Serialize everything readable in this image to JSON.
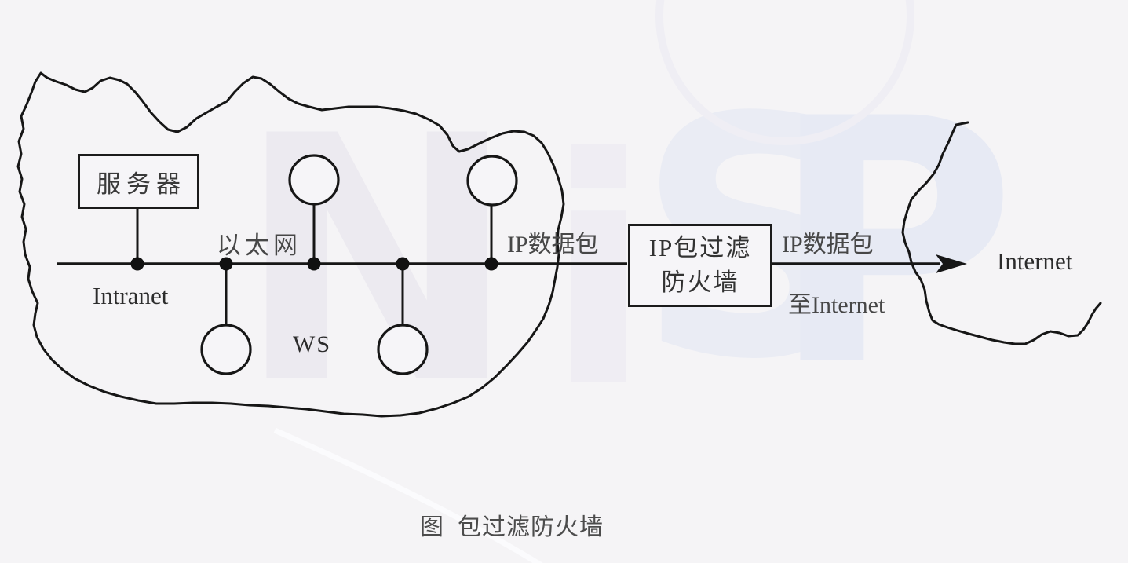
{
  "colors": {
    "background": "#f5f4f6",
    "ink": "#161616",
    "text_dark": "#2c2c2c",
    "text_gray": "#474747",
    "watermark_gray": "#eceaf0",
    "watermark_blue": "#e7eaf4"
  },
  "watermark": {
    "letters": [
      "N",
      "i",
      "S",
      "P"
    ]
  },
  "intranet": {
    "server_label": "服务器",
    "ethernet_label": "以太网",
    "intranet_label": "Intranet",
    "ws_label": "WS",
    "ip_packet_label": "IP数据包"
  },
  "firewall": {
    "line1": "IP包过滤",
    "line2": "防火墙"
  },
  "internet": {
    "ip_packet_label": "IP数据包",
    "to_internet_label": "至Internet",
    "internet_label": "Internet"
  },
  "caption": "图  包过滤防火墙"
}
